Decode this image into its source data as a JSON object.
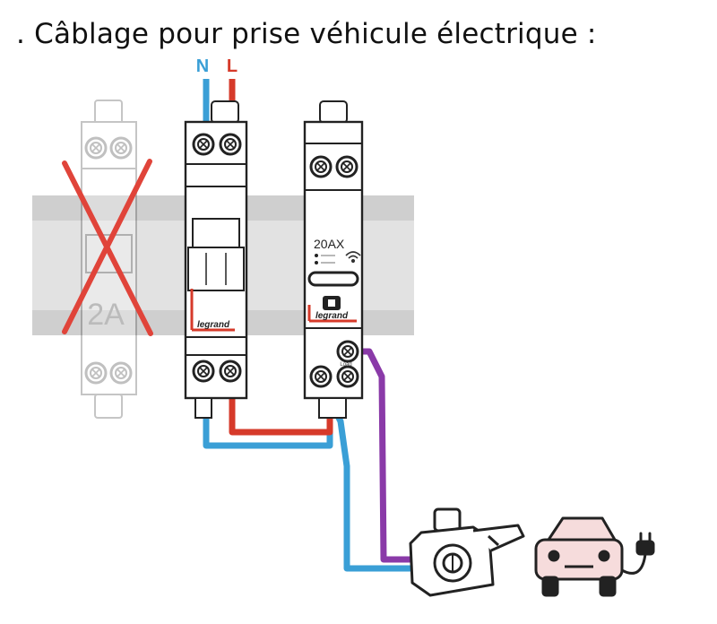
{
  "title": ". Câblage pour prise véhicule électrique :",
  "wires": {
    "neutral_label": "N",
    "live_label": "L",
    "neutral_color": "#3a9fd6",
    "live_color": "#d63a2a",
    "load_color": "#8a3aa8"
  },
  "rail_color": "#cfcfcf",
  "module_removed": {
    "rating": "2A",
    "cross_color": "#e0443a",
    "icon": "cross-icon"
  },
  "breaker": {
    "brand": "legrand"
  },
  "contactor": {
    "rating": "20AX",
    "brand": "legrand",
    "terminal_label": "Load",
    "icon": "wifi-icon"
  },
  "socket": {
    "icon": "socket-icon"
  },
  "vehicle": {
    "icon": "car-icon",
    "plug_icon": "plug-icon"
  }
}
